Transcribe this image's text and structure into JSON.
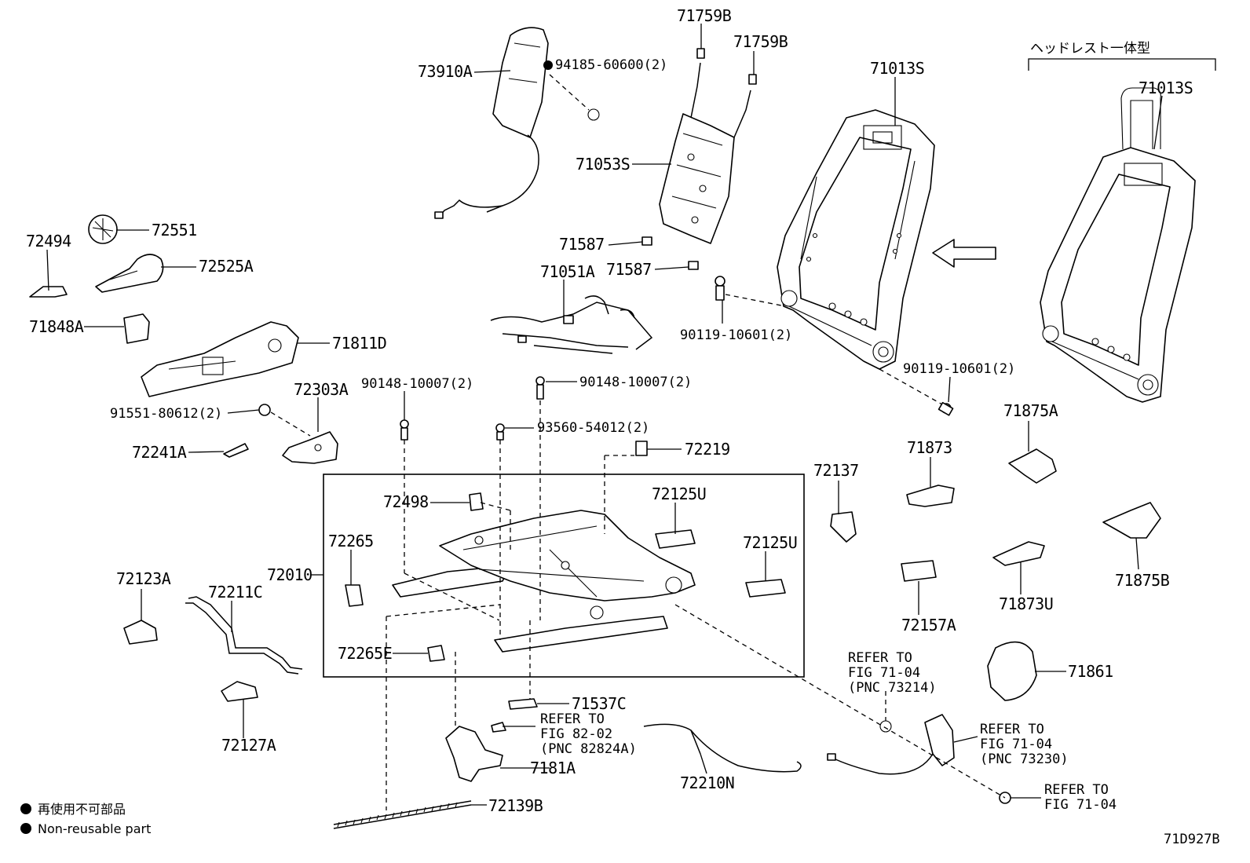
{
  "diagram": {
    "heading": "ヘッドレスト一体型",
    "corner_code": "71D927B",
    "legend": [
      {
        "symbol": "filled-circle",
        "text": "再使用不可部品"
      },
      {
        "symbol": "filled-circle",
        "text": "Non-reusable part"
      }
    ],
    "labels": {
      "p73910A": "73910A",
      "p94185": "94185-60600(2)",
      "p71759B_1": "71759B",
      "p71759B_2": "71759B",
      "p71053S": "71053S",
      "p71587_1": "71587",
      "p71587_2": "71587",
      "p71051A": "71051A",
      "p71013S_1": "71013S",
      "p71013S_2": "71013S",
      "p90119_1": "90119-10601(2)",
      "p90119_2": "90119-10601(2)",
      "p72494": "72494",
      "p72551": "72551",
      "p72525A": "72525A",
      "p71848A": "71848A",
      "p71811D": "71811D",
      "p72303A": "72303A",
      "p91551": "91551-80612(2)",
      "p72241A": "72241A",
      "p90148_1": "90148-10007(2)",
      "p90148_2": "90148-10007(2)",
      "p93560": "93560-54012(2)",
      "p72219": "72219",
      "p72498": "72498",
      "p72125U_1": "72125U",
      "p72125U_2": "72125U",
      "p72265": "72265",
      "p72010": "72010",
      "p72265E": "72265E",
      "p72123A": "72123A",
      "p72211C": "72211C",
      "p72127A": "72127A",
      "p72137": "72137",
      "p71873": "71873",
      "p71875A": "71875A",
      "p71875B": "71875B",
      "p71873U": "71873U",
      "p72157A": "72157A",
      "p71861": "71861",
      "p71537C": "71537C",
      "p7181A": "7181A",
      "p72210N": "72210N",
      "p72139B": "72139B"
    },
    "refers": {
      "r1": [
        "REFER TO",
        "FIG 82-02",
        "(PNC 82824A)"
      ],
      "r2": [
        "REFER TO",
        "FIG 71-04",
        "(PNC 73214)"
      ],
      "r3": [
        "REFER TO",
        "FIG 71-04",
        "(PNC 73230)"
      ],
      "r4": [
        "REFER TO",
        "FIG 71-04"
      ]
    }
  }
}
